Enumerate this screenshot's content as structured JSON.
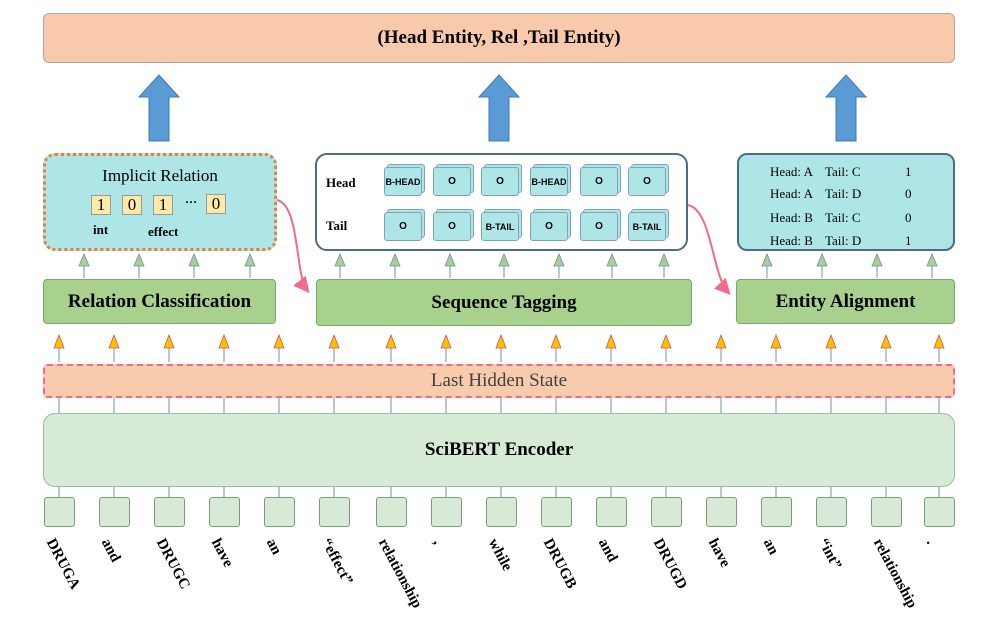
{
  "output": {
    "label": "(Head Entity, Rel ,Tail Entity)"
  },
  "modules": {
    "relation_classification": "Relation Classification",
    "sequence_tagging": "Sequence Tagging",
    "entity_alignment": "Entity Alignment"
  },
  "implicit_relation": {
    "title": "Implicit Relation",
    "digits": [
      "1",
      "0",
      "1",
      "0"
    ],
    "ellipsis": "…",
    "labels": [
      "int",
      "effect"
    ]
  },
  "sequence_panel": {
    "head_label": "Head",
    "tail_label": "Tail",
    "head_tags": [
      "B-HEAD",
      "O",
      "O",
      "B-HEAD",
      "O",
      "O"
    ],
    "tail_tags": [
      "O",
      "O",
      "B-TAIL",
      "O",
      "O",
      "B-TAIL"
    ]
  },
  "alignment_panel": {
    "rows": [
      {
        "head": "Head: A",
        "tail": "Tail: C",
        "value": "1"
      },
      {
        "head": "Head: A",
        "tail": "Tail: D",
        "value": "0"
      },
      {
        "head": "Head: B",
        "tail": "Tail: C",
        "value": "0"
      },
      {
        "head": "Head: B",
        "tail": "Tail: D",
        "value": "1"
      }
    ]
  },
  "last_hidden_state": "Last Hidden State",
  "encoder": "SciBERT Encoder",
  "tokens": [
    "DRUGA",
    "and",
    "DRUGC",
    "have",
    "an",
    "“effect”",
    "relationship",
    ",",
    "while",
    "DRUGB",
    "and",
    "DRUGD",
    "have",
    "an",
    "“int”",
    "relationship",
    "."
  ],
  "colors": {
    "output_fill": "#f8c9aa",
    "module_fill": "#a9d18e",
    "panel_fill": "#aee6e7",
    "encoder_fill": "#d7ead6",
    "arrow_blue": "#5b9bd5",
    "arrow_orange": "#ffc000",
    "connector_pink": "#f26a8d"
  }
}
